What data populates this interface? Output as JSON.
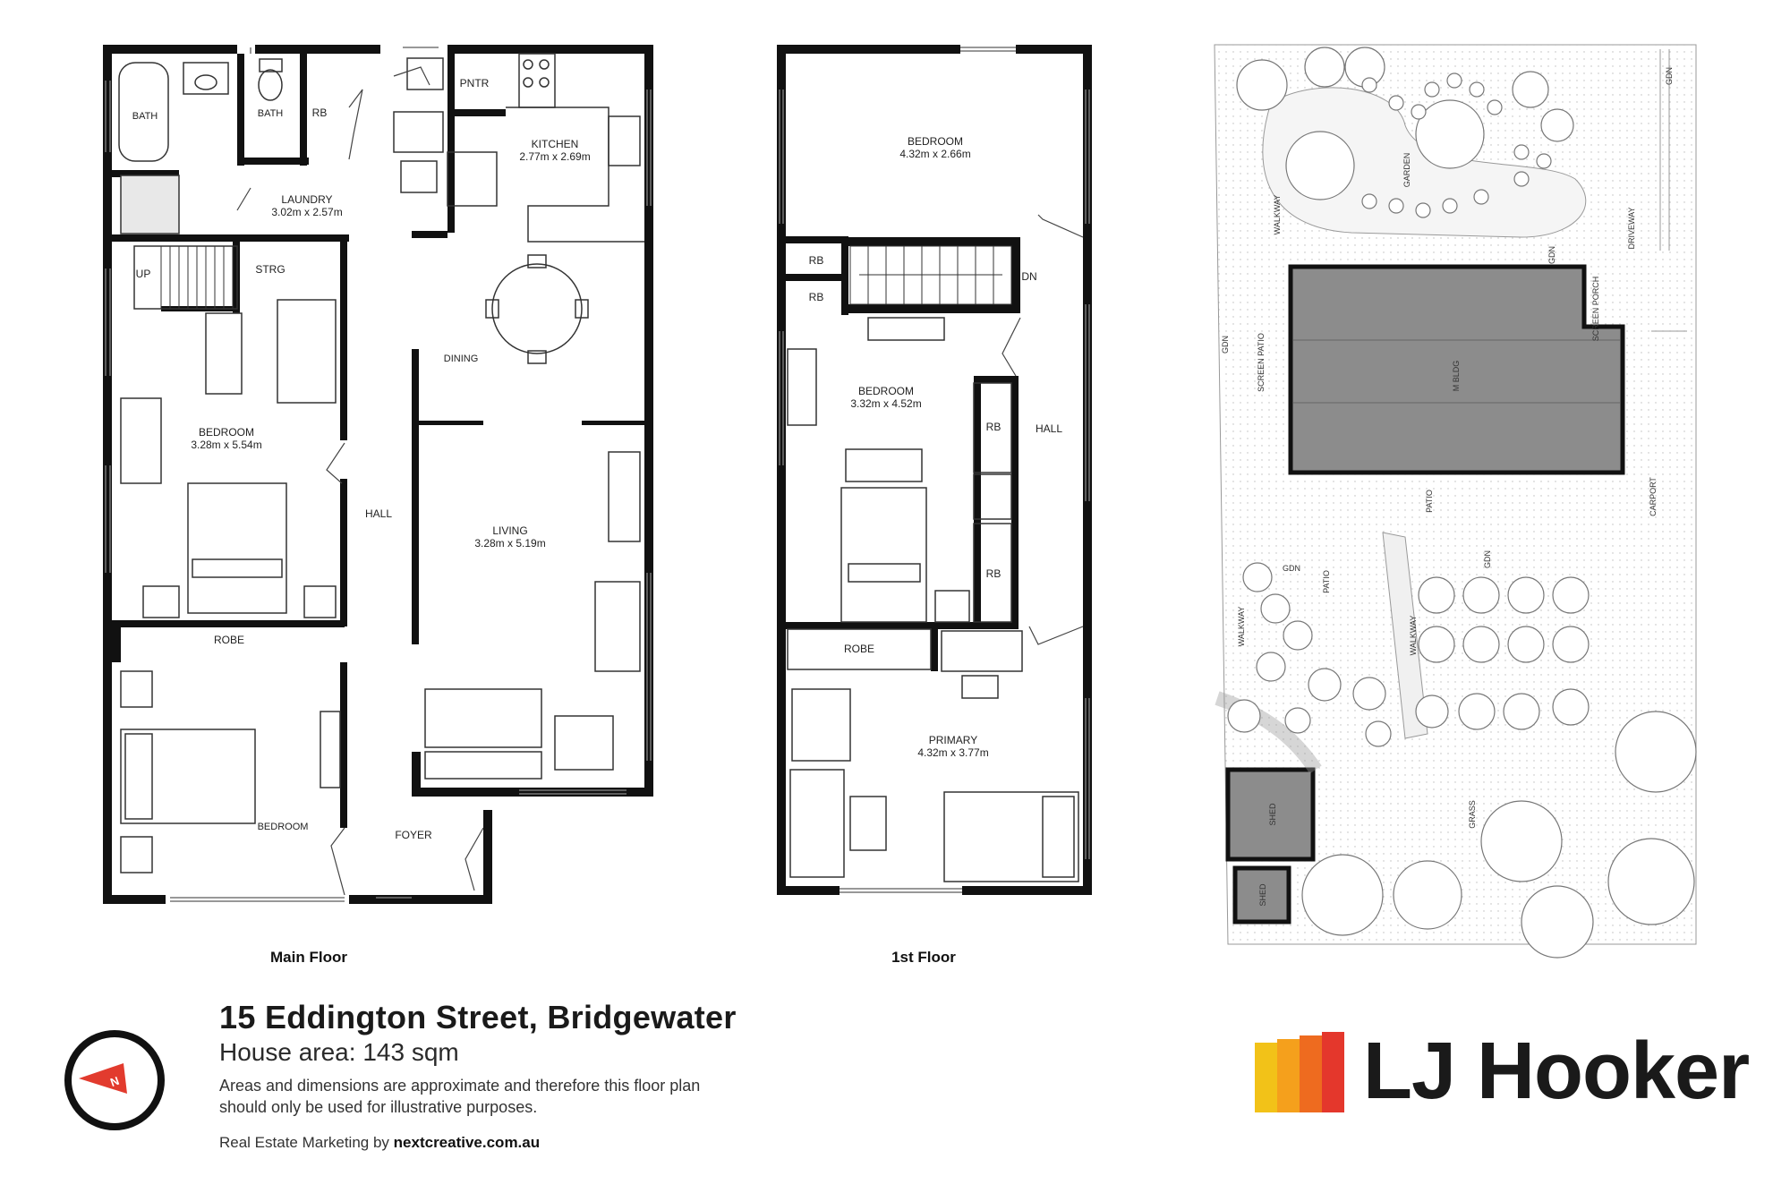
{
  "main_floor": {
    "caption": "Main Floor",
    "rooms": {
      "bath_a": "BATH",
      "bath_b": "BATH",
      "rb": "RB",
      "pntr": "PNTR",
      "kitchen": "KITCHEN",
      "kitchen_dim": "2.77m x 2.69m",
      "laundry": "LAUNDRY",
      "laundry_dim": "3.02m x 2.57m",
      "up": "UP",
      "strg": "STRG",
      "dining": "DINING",
      "bedroom": "BEDROOM",
      "bedroom_dim": "3.28m x 5.54m",
      "hall": "HALL",
      "living": "LIVING",
      "living_dim": "3.28m x 5.19m",
      "robe": "ROBE",
      "bedroom2": "BEDROOM",
      "foyer": "FOYER"
    }
  },
  "first_floor": {
    "caption": "1st Floor",
    "rooms": {
      "bedroom_top": "BEDROOM",
      "bedroom_top_dim": "4.32m x 2.66m",
      "rb1": "RB",
      "rb2": "RB",
      "dn": "DN",
      "bedroom_mid": "BEDROOM",
      "bedroom_mid_dim": "3.32m x 4.52m",
      "rb3": "RB",
      "rb4": "RB",
      "hall": "HALL",
      "robe": "ROBE",
      "primary": "PRIMARY",
      "primary_dim": "4.32m x 3.77m"
    }
  },
  "site_plan": {
    "labels": {
      "gdn_top": "GDN",
      "garden": "GARDEN",
      "walkway_top": "WALKWAY",
      "driveway": "DRIVEWAY",
      "gdn_left": "GDN",
      "screen_patio": "SCREEN PATIO",
      "m_bldg": "M BLDG",
      "screen_porch": "SCREEN PORCH",
      "gdn_small": "GDN",
      "carport": "CARPORT",
      "patio_a": "PATIO",
      "gdn_mid": "GDN",
      "patio_b": "PATIO",
      "gdn_lower": "GDN",
      "walkway_left": "WALKWAY",
      "walkway_mid": "WALKWAY",
      "shed_a": "SHED",
      "shed_b": "SHED",
      "grass": "GRASS"
    }
  },
  "footer": {
    "address": "15 Eddington Street, Bridgewater",
    "area": "House area: 143 sqm",
    "disclaimer": "Areas and dimensions are approximate and therefore this floor plan should only be used for illustrative purposes.",
    "marketing_prefix": "Real Estate Marketing by ",
    "marketing_site": "nextcreative.com.au"
  },
  "compass": {
    "label": "N",
    "ring_color": "#111111",
    "pointer_color": "#e23b2e"
  },
  "brand": {
    "name": "LJ Hooker",
    "colors": [
      "#f2c218",
      "#f5a01c",
      "#ee6b1f",
      "#e4372c"
    ]
  }
}
